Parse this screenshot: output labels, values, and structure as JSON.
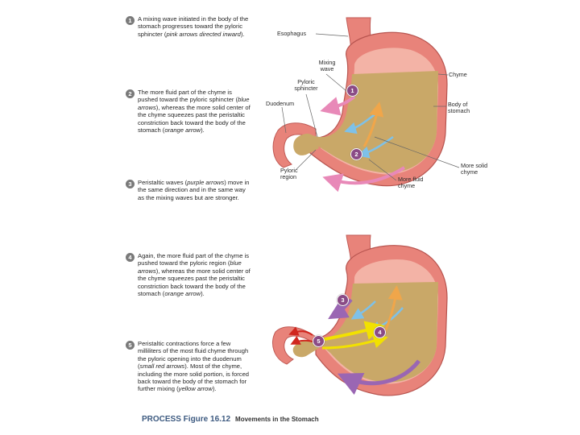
{
  "steps": [
    {
      "number": "1",
      "parts": [
        "A mixing wave initiated in the body of the stomach progresses toward the pyloric sphincter (",
        "pink arrows directed inward",
        ")."
      ]
    },
    {
      "number": "2",
      "parts": [
        "The more fluid part of the chyme is pushed toward the pyloric sphincter (",
        "blue arrows",
        "), whereas the more solid center of the chyme squeezes past the peristaltic constriction back toward the body of the stomach (",
        "orange arrow",
        ")."
      ]
    },
    {
      "number": "3",
      "parts": [
        "Peristaltic waves (",
        "purple arrows",
        ") move in the same direction and in the same way as the mixing waves but are stronger."
      ]
    },
    {
      "number": "4",
      "parts": [
        "Again, the more fluid part of the chyme is pushed toward the pyloric region (",
        "blue arrows",
        "), whereas the more solid center of the chyme squeezes past the peristaltic constriction back toward the body of the stomach (",
        "orange arrow",
        ")."
      ]
    },
    {
      "number": "5",
      "parts": [
        "Peristaltic contractions force a few milliliters of the most fluid chyme through the pyloric opening into the duodenum (",
        "small red arrows",
        "). Most of the chyme, including the more solid portion, is forced back toward the body of the stomach for further mixing (",
        "yellow arrow",
        ")."
      ]
    }
  ],
  "labels": {
    "esophagus": "Esophagus",
    "mixing_wave_1": "Mixing",
    "mixing_wave_2": "wave",
    "pyloric_sphincter_1": "Pyloric",
    "pyloric_sphincter_2": "sphincter",
    "chyme": "Chyme",
    "duodenum": "Duodenum",
    "body_1": "Body of",
    "body_2": "stomach",
    "solid_1": "More solid",
    "solid_2": "chyme",
    "fluid_1": "More fluid",
    "fluid_2": "chyme",
    "pyloric_region_1": "Pyloric",
    "pyloric_region_2": "region"
  },
  "badges": {
    "top_1": "1",
    "top_2": "2",
    "bottom_3": "3",
    "bottom_4": "4",
    "bottom_5": "5"
  },
  "caption": {
    "figure": "PROCESS Figure 16.12",
    "title": "Movements in the Stomach"
  },
  "colors": {
    "stomach_wall": "#e8837a",
    "stomach_inner": "#f3b3a6",
    "chyme": "#c9a868",
    "mixing_arrow": "#e889b8",
    "fluid_arrow": "#7ec1e8",
    "solid_arrow": "#f0a64a",
    "peristaltic_arrow": "#9a66b3",
    "yellow_arrow": "#f2e100",
    "red_arrow": "#d0261e",
    "badge": "#8a4b86"
  }
}
